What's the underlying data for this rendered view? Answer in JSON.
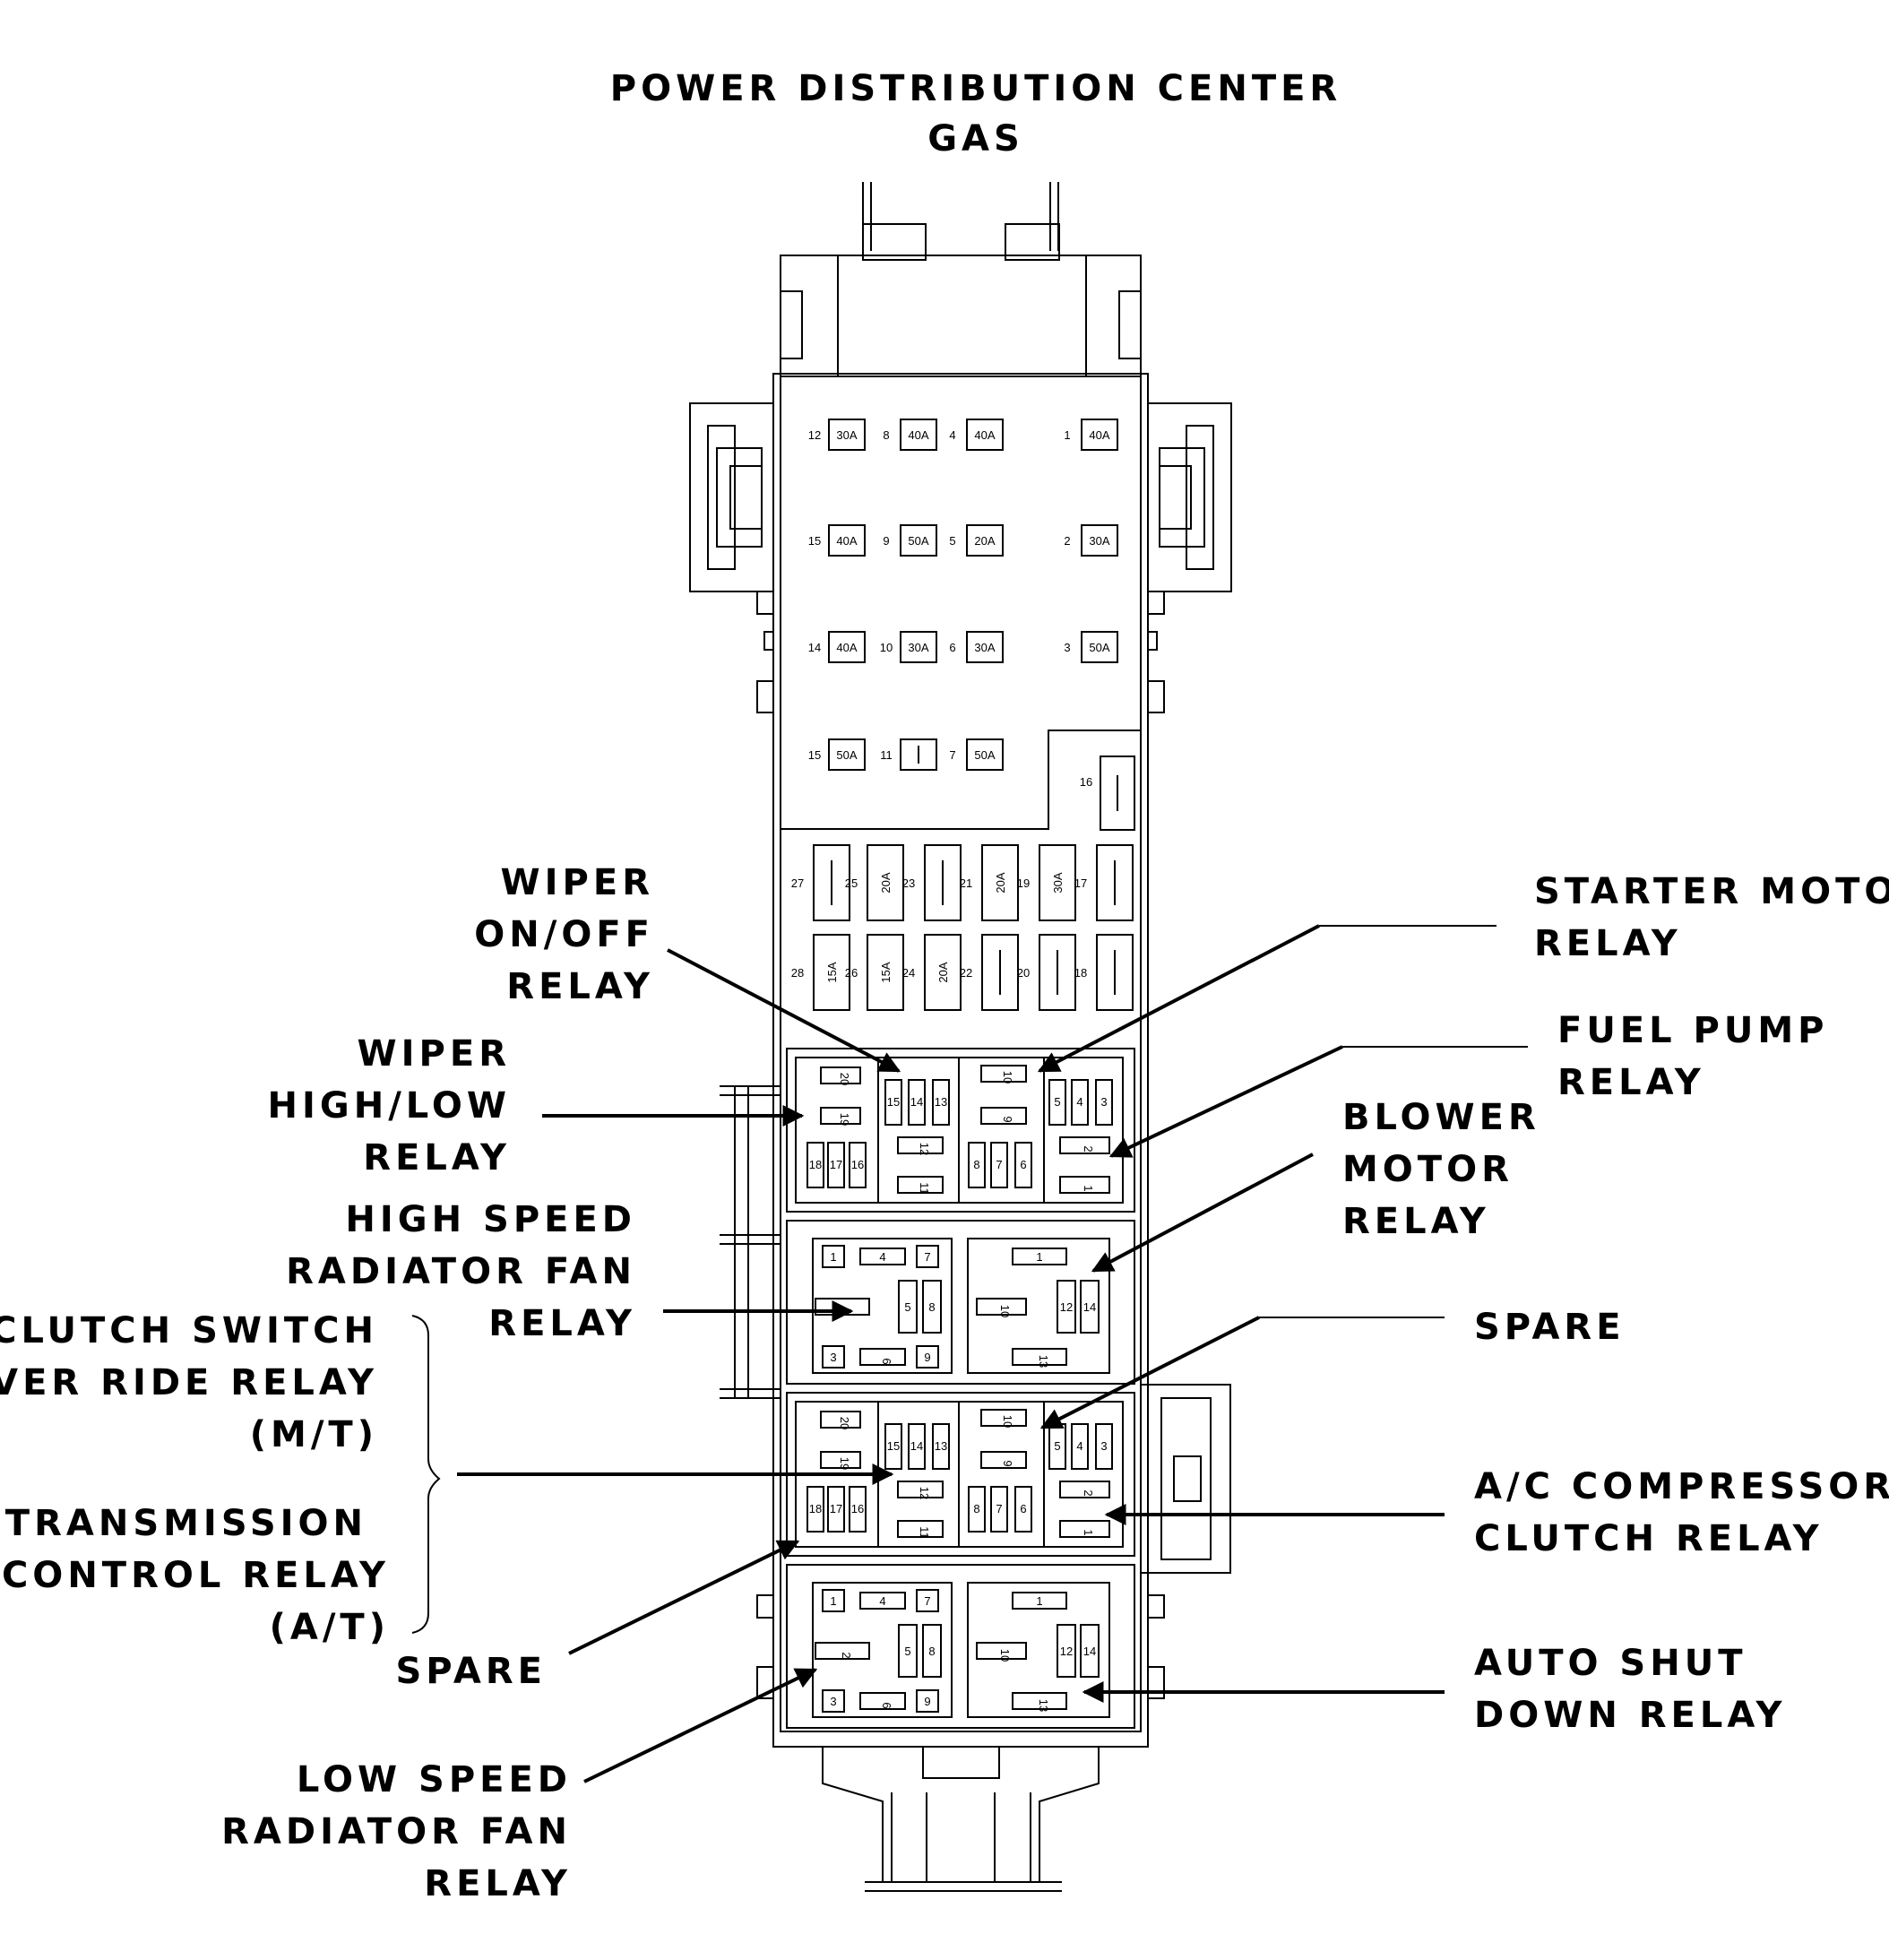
{
  "title": {
    "line1": "POWER DISTRIBUTION CENTER",
    "line2": "GAS"
  },
  "fuses_upper": [
    {
      "num": "12",
      "rating": "30A"
    },
    {
      "num": "8",
      "rating": "40A"
    },
    {
      "num": "4",
      "rating": "40A"
    },
    {
      "num": "1",
      "rating": "40A"
    },
    {
      "num": "15",
      "rating": "40A"
    },
    {
      "num": "9",
      "rating": "50A"
    },
    {
      "num": "5",
      "rating": "20A"
    },
    {
      "num": "2",
      "rating": "30A"
    },
    {
      "num": "14",
      "rating": "40A"
    },
    {
      "num": "10",
      "rating": "30A"
    },
    {
      "num": "6",
      "rating": "30A"
    },
    {
      "num": "3",
      "rating": "50A"
    },
    {
      "num": "15",
      "rating": "50A"
    },
    {
      "num": "11",
      "rating": "|"
    },
    {
      "num": "7",
      "rating": "50A"
    },
    {
      "num": "16",
      "rating": ""
    }
  ],
  "fuses_mini": [
    {
      "num": "27",
      "rating": ""
    },
    {
      "num": "25",
      "rating": "20A"
    },
    {
      "num": "23",
      "rating": ""
    },
    {
      "num": "21",
      "rating": "20A"
    },
    {
      "num": "19",
      "rating": "30A"
    },
    {
      "num": "17",
      "rating": ""
    },
    {
      "num": "28",
      "rating": "15A"
    },
    {
      "num": "26",
      "rating": "15A"
    },
    {
      "num": "24",
      "rating": "20A"
    },
    {
      "num": "22",
      "rating": ""
    },
    {
      "num": "20",
      "rating": ""
    },
    {
      "num": "18",
      "rating": ""
    }
  ],
  "relay_a": {
    "left": [
      "20",
      "19",
      "18",
      "17",
      "16"
    ],
    "mid": [
      "15",
      "14",
      "13",
      "12",
      "11"
    ],
    "right_top": [
      "10",
      "9",
      "8",
      "7",
      "6"
    ],
    "right": [
      "5",
      "4",
      "3",
      "2",
      "1"
    ]
  },
  "relay_b": {
    "left": [
      "1",
      "4",
      "7",
      "2",
      "5",
      "8",
      "3",
      "6",
      "9"
    ],
    "right": [
      "1",
      "10",
      "12",
      "14",
      "13"
    ]
  },
  "labels": {
    "wiper_onoff": [
      "WIPER",
      "ON/OFF",
      "RELAY"
    ],
    "wiper_highlow": [
      "WIPER",
      "HIGH/LOW",
      "RELAY"
    ],
    "high_speed_fan": [
      "HIGH SPEED",
      "RADIATOR FAN",
      "RELAY"
    ],
    "clutch_switch": [
      "CLUTCH SWITCH",
      "OVER RIDE RELAY",
      "(M/T)"
    ],
    "transmission": [
      "TRANSMISSION",
      "CONTROL RELAY",
      "(A/T)"
    ],
    "spare_left": [
      "SPARE"
    ],
    "low_speed_fan": [
      "LOW SPEED",
      "RADIATOR FAN",
      "RELAY"
    ],
    "starter_motor": [
      "STARTER MOTOR",
      "RELAY"
    ],
    "fuel_pump": [
      "FUEL PUMP",
      "RELAY"
    ],
    "blower_motor": [
      "BLOWER",
      "MOTOR",
      "RELAY"
    ],
    "spare_right": [
      "SPARE"
    ],
    "ac_compressor": [
      "A/C COMPRESSOR",
      "CLUTCH RELAY"
    ],
    "auto_shutdown": [
      "AUTO SHUT",
      "DOWN RELAY"
    ]
  }
}
